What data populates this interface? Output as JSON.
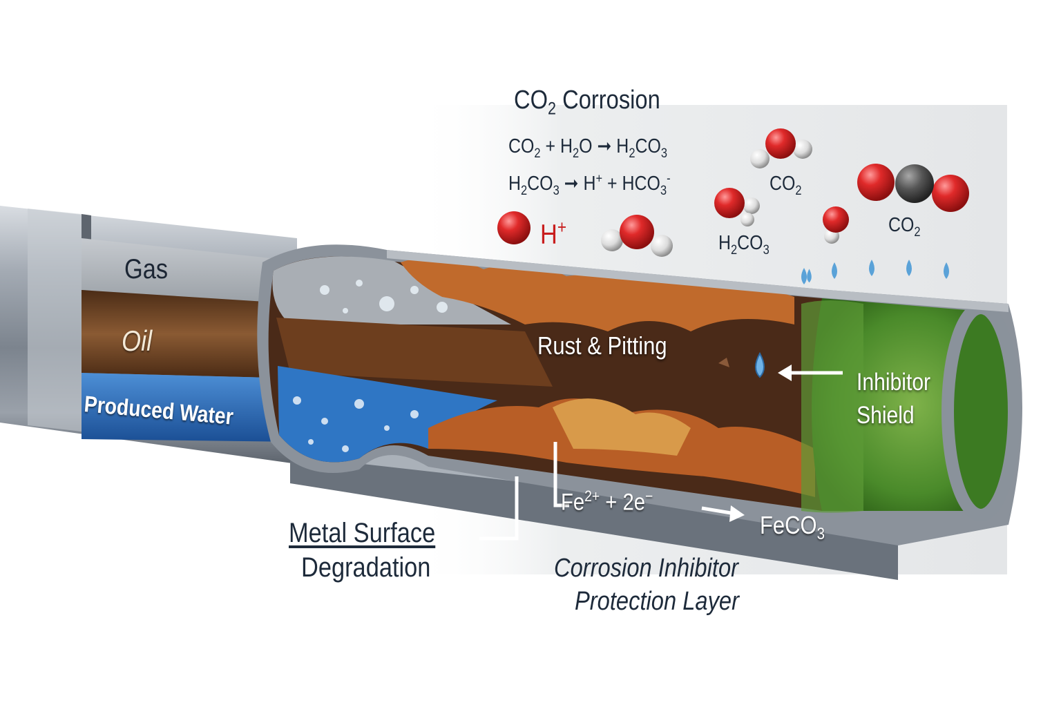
{
  "title": {
    "prefix": "CO",
    "sub": "2",
    "suffix": "  Corrosion"
  },
  "equations": {
    "eq1": {
      "a": "CO",
      "a_sub": "2",
      "b": " + H",
      "b_sub": "2",
      "c": "O ➞ H",
      "c_sub": "2",
      "d": "CO",
      "d_sub": "3"
    },
    "eq2": {
      "a": "H",
      "a_sub": "2",
      "b": "CO",
      "b_sub": "3",
      "c": " ➞ H",
      "c_sup": "+",
      "d": " + HCO",
      "d_sub": "3",
      "d_sup": "-"
    }
  },
  "layers": {
    "gas": "Gas",
    "oil": "Oil",
    "water": "Produced Water"
  },
  "molecule_labels": {
    "co2_a": {
      "text": "CO",
      "sub": "2"
    },
    "co2_b": {
      "text": "CO",
      "sub": "2"
    },
    "h2co3": {
      "a": "H",
      "a_sub": "2",
      "b": "CO",
      "b_sub": "3"
    },
    "hplus": {
      "text": "H",
      "sup": "+"
    }
  },
  "zones": {
    "rust": "Rust & Pitting",
    "inhibitor_line1": "Inhibitor",
    "inhibitor_line2": "Shield"
  },
  "reaction": {
    "a": "Fe",
    "a_sup": "2+",
    "b": " + 2e",
    "b_sup": "−",
    "c": "FeCO",
    "c_sub": "3"
  },
  "callouts": {
    "metal_line1": "Metal Surface",
    "metal_line2": "Degradation",
    "protection_line1": "Corrosion Inhibitor",
    "protection_line2": "Protection Layer"
  },
  "colors": {
    "pipe_steel": "#8a929c",
    "gas_zone": "#b3b8bd",
    "oil_zone": "#6b4226",
    "water_zone": "#2f6fb8",
    "rust": "#c0682a",
    "inhibitor_green": "#4f8f2e",
    "oxygen_red": "#d42a2a",
    "carbon_gray": "#4a4a4a",
    "text_dark": "#1d2a3a"
  },
  "icons": [
    "oxygen-atom-icon",
    "hydrogen-atom-icon",
    "carbon-atom-icon",
    "water-droplet-icon",
    "arrow-right-icon"
  ]
}
